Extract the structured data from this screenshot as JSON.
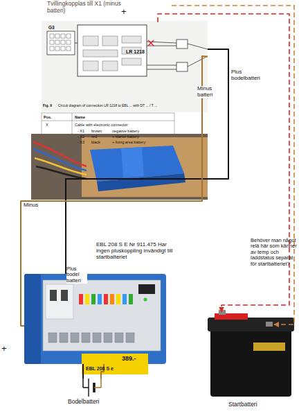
{
  "diagram": {
    "nodes": [
      {
        "text": [
          "LR 1218"
        ]
      },
      {
        "text": [
          "EBL 208 S E Nr 911.475 Har ingen pluskoppling invändigt till startbatteriet"
        ]
      },
      {
        "text": [
          "Startbatteri"
        ]
      },
      {
        "text": [
          "Bodelbatteri"
        ]
      }
    ],
    "edges": [
      {
        "from": 0,
        "to": 1,
        "label": "Plus bodelbatteri",
        "arrow": "none"
      },
      {
        "from": 0,
        "to": 1,
        "label": "Minus batteri",
        "arrow": "none"
      },
      {
        "from": 1,
        "to": 3,
        "arrow": "none"
      },
      {
        "from": 1,
        "to": 3,
        "arrow": "none"
      },
      {
        "from": 0,
        "to": 2,
        "arrow": "to"
      }
    ],
    "labels": [
      "Tvillingkopplas till X1 (minus batteri)",
      "+",
      "G3",
      "Fig. 9",
      "Circuit diagram of connection LR 1218 to EBL ... with DT ... / T ...",
      "Pos.",
      "Name",
      "X",
      "Cable with electronic connector:",
      "- X1",
      "brown",
      "negative battery",
      "- X2",
      "red",
      "+ starter battery",
      "- X3",
      "black",
      "+ living area battery",
      "Minus",
      "Plus bodel batteri",
      "389.-",
      "EBL 208 S e",
      "Behöver man något relä här som känner av temp och laddstatus separat för startbatteriet?",
      "+"
    ]
  }
}
